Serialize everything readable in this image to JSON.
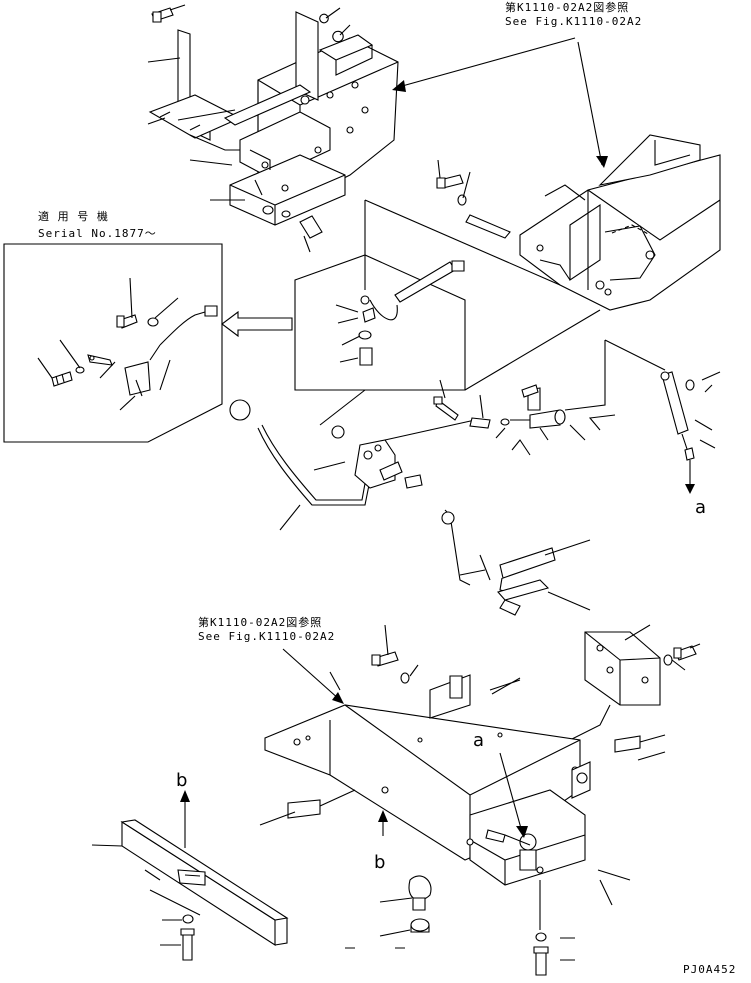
{
  "references": {
    "top_right_jp": "第K1110-02A2図参照",
    "top_right_en": "See Fig.K1110-02A2",
    "middle_jp": "第K1110-02A2図参照",
    "middle_en": "See Fig.K1110-02A2"
  },
  "inset": {
    "title_jp": "適 用 号 機",
    "title_en": "Serial No.1877～"
  },
  "markers": {
    "a_right": "a",
    "a_lower": "a",
    "b_upper": "b",
    "b_lower": "b"
  },
  "drawing_code": "PJ0A452"
}
